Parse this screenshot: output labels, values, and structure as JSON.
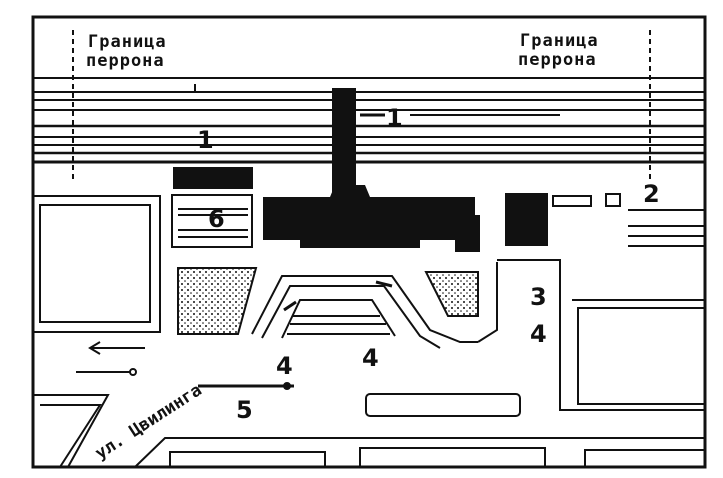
{
  "labels": {
    "border_left_line1": "Граница",
    "border_left_line2": "перрона",
    "border_right_line1": "Граница",
    "border_right_line2": "перрона",
    "street": "ул. Цвилинга"
  },
  "markers": {
    "m1a": "1",
    "m1b": "1",
    "m2": "2",
    "m3": "3",
    "m4a": "4",
    "m4b": "4",
    "m4c": "4",
    "m5": "5",
    "m6": "6"
  }
}
